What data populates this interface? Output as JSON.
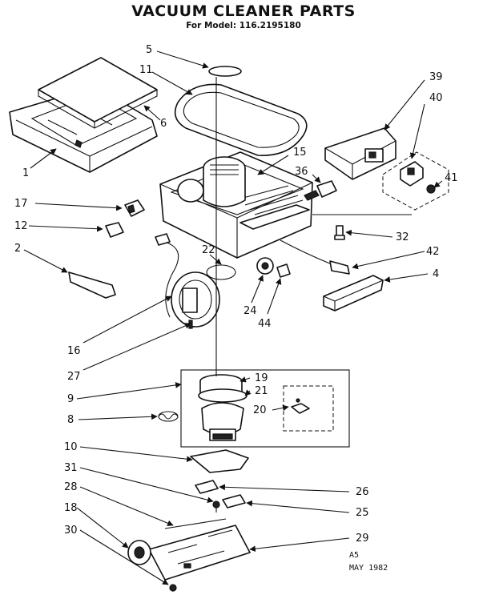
{
  "header": {
    "title": "VACUUM CLEANER PARTS",
    "subtitle": "For Model: 116.2195180"
  },
  "stamp": {
    "code": "A5",
    "date": "MAY  1982"
  },
  "callouts": {
    "p1": "1",
    "p2": "2",
    "p4": "4",
    "p5": "5",
    "p6": "6",
    "p8": "8",
    "p9": "9",
    "p10": "10",
    "p11": "11",
    "p12": "12",
    "p15": "15",
    "p16": "16",
    "p17": "17",
    "p18": "18",
    "p19": "19",
    "p20": "20",
    "p21": "21",
    "p22": "22",
    "p24": "24",
    "p25": "25",
    "p26": "26",
    "p27": "27",
    "p28": "28",
    "p29": "29",
    "p30": "30",
    "p31": "31",
    "p32": "32",
    "p36": "36",
    "p39": "39",
    "p40": "40",
    "p41": "41",
    "p42": "42",
    "p44": "44"
  }
}
